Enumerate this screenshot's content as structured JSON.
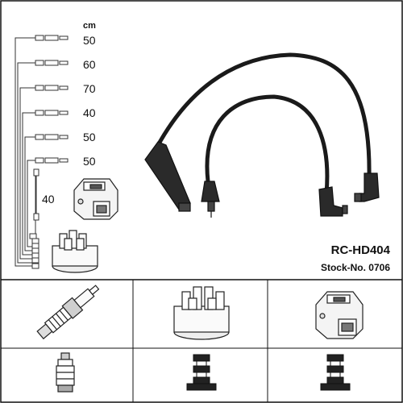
{
  "unit_label": "cm",
  "lengths": [
    "50",
    "60",
    "70",
    "40",
    "50",
    "50"
  ],
  "extra_length": "40",
  "product_code": "RC-HD404",
  "stock_number": "Stock-No. 0706"
}
